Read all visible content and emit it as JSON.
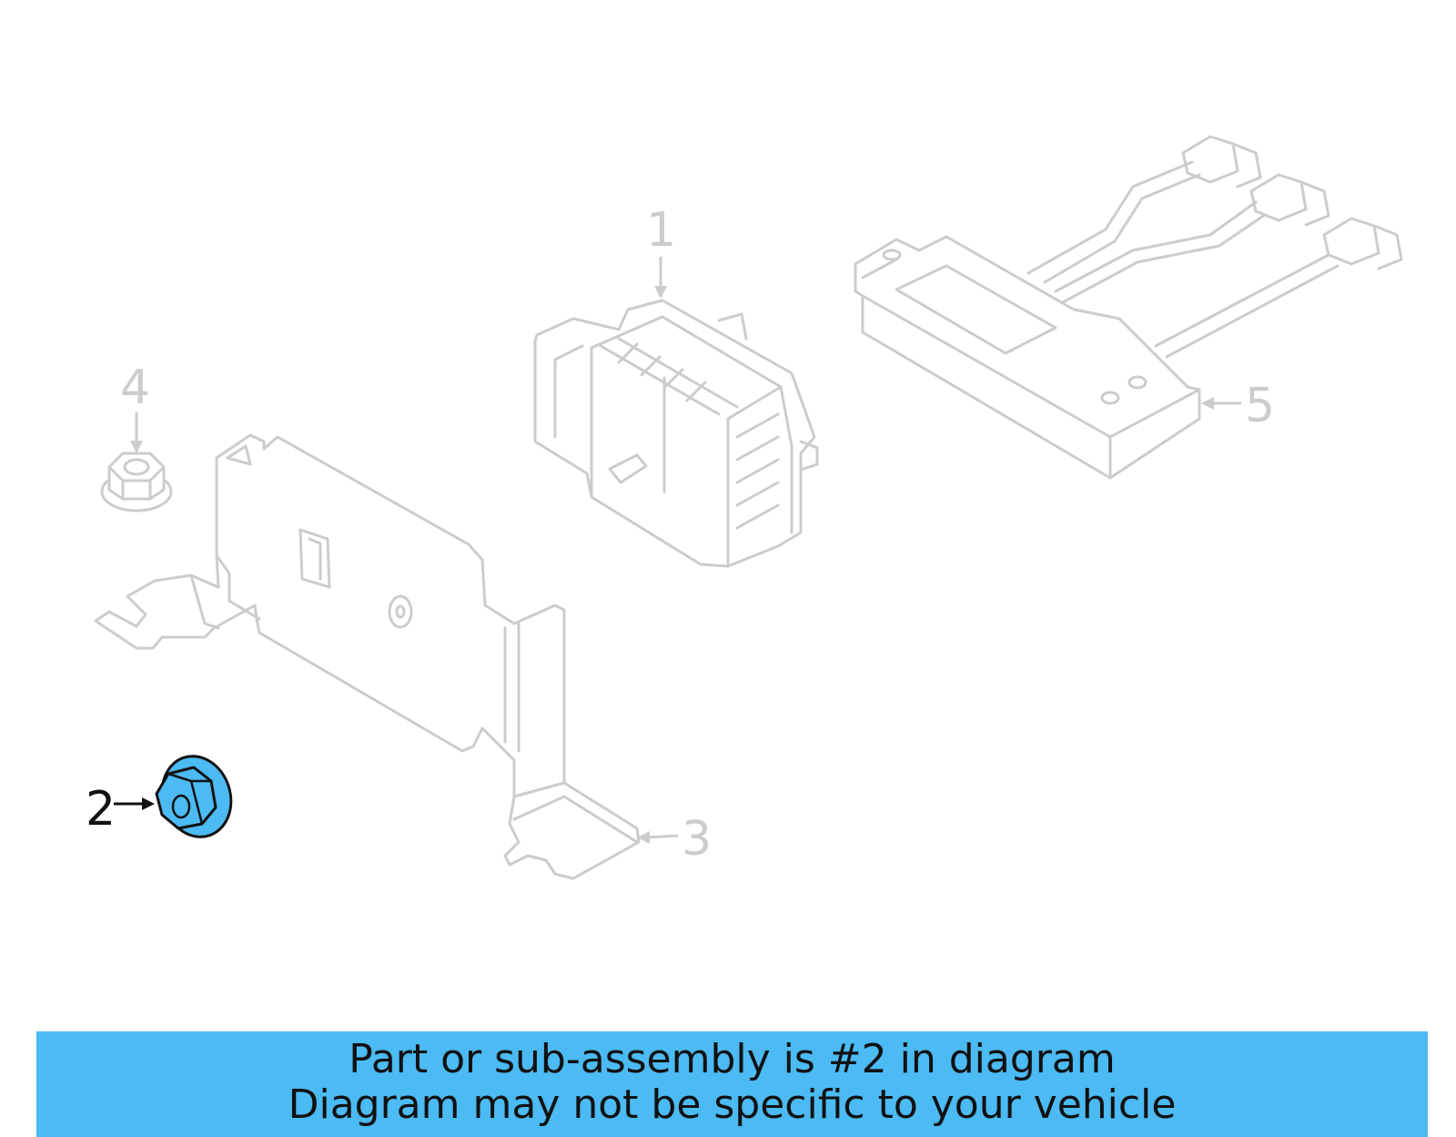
{
  "diagram": {
    "callouts": [
      {
        "number": "1",
        "highlighted": false
      },
      {
        "number": "2",
        "highlighted": true
      },
      {
        "number": "3",
        "highlighted": false
      },
      {
        "number": "4",
        "highlighted": false
      },
      {
        "number": "5",
        "highlighted": false
      }
    ],
    "highlight_color": "#4cbaf3",
    "ghost_color": "#cccccc"
  },
  "banner": {
    "line1": "Part or sub-assembly is #2 in diagram",
    "line2": "Diagram may not be specific to your vehicle",
    "background": "#4cbaf3"
  }
}
